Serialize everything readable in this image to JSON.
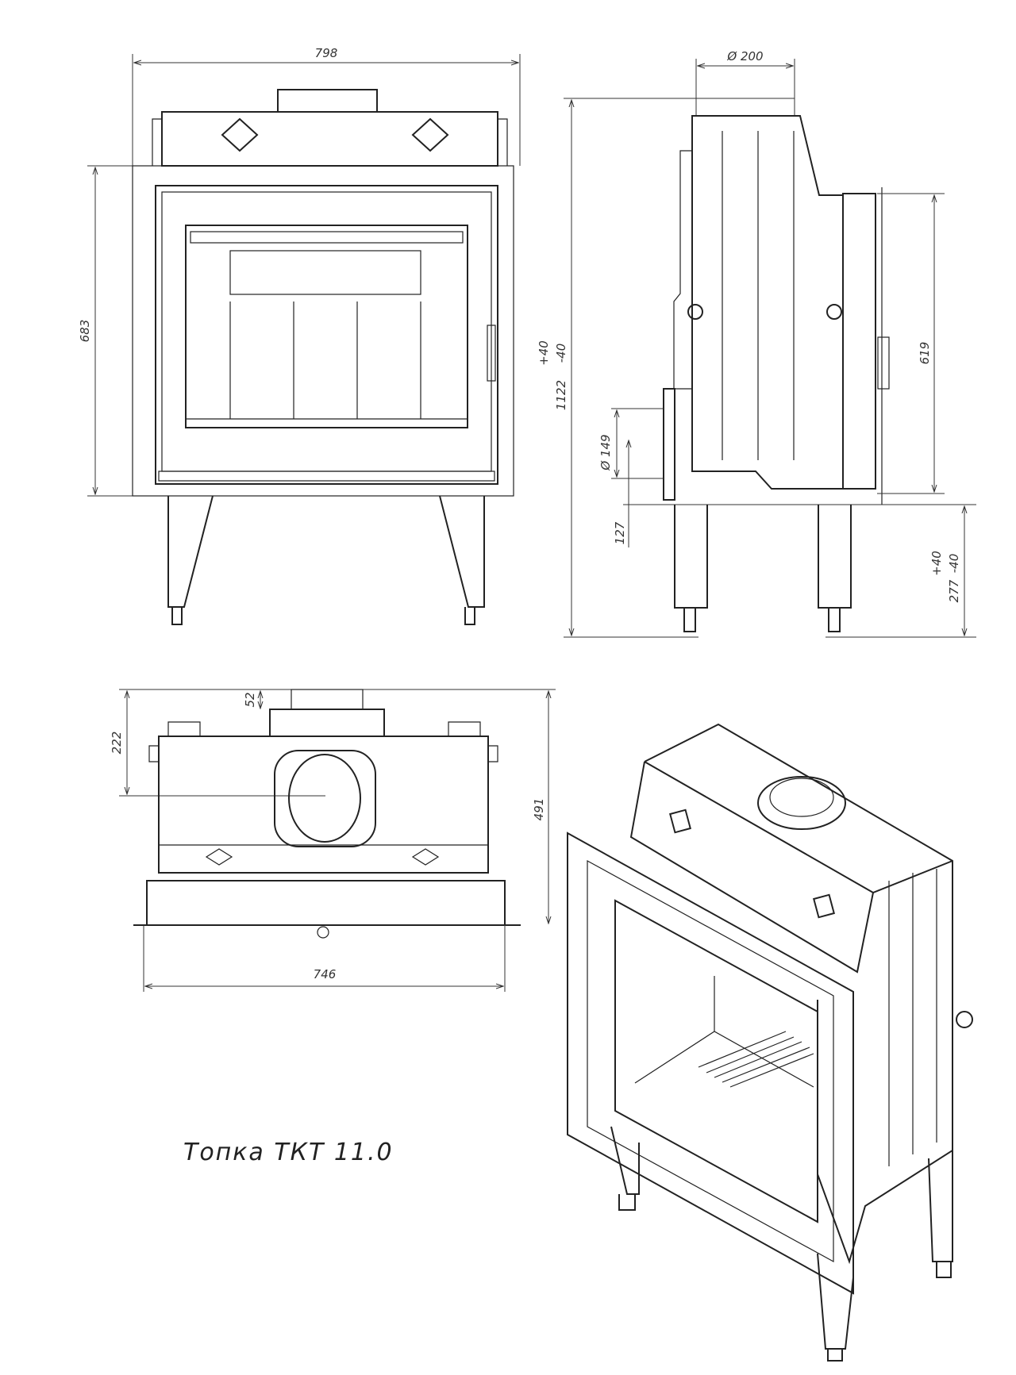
{
  "title": "Топка ТКТ 11.0",
  "front_view": {
    "width_dim": "798",
    "height_dim": "683"
  },
  "side_view": {
    "flue_dim": "Ø 200",
    "total_height_dim": "1122",
    "total_height_tol_plus": "+40",
    "total_height_tol_minus": "-40",
    "door_height_dim": "619",
    "air_inlet_dim": "Ø 149",
    "air_inlet_height_dim": "127",
    "leg_height_dim": "277",
    "leg_height_tol_plus": "+40",
    "leg_height_tol_minus": "-40"
  },
  "top_view": {
    "collar_dim": "52",
    "flue_offset_dim": "222",
    "depth_dim": "491",
    "width_dim": "746"
  }
}
